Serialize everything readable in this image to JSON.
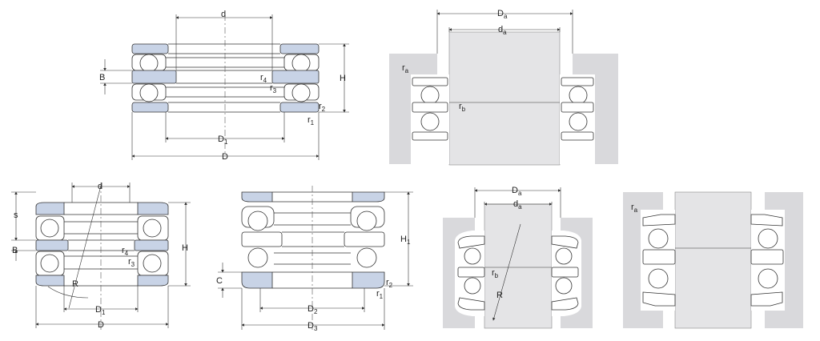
{
  "diagrams": [
    {
      "name": "bearing-double-direction-section",
      "labels": {
        "d": "d",
        "B": "B",
        "H": "H",
        "D1": "D",
        "D1_sub": "1",
        "D": "D",
        "r4": "r",
        "r4_sub": "4",
        "r3": "r",
        "r3_sub": "3",
        "r2": "r",
        "r2_sub": "2",
        "r1": "r",
        "r1_sub": "1"
      }
    },
    {
      "name": "mounting-abutment",
      "labels": {
        "Da": "D",
        "Da_sub": "a",
        "da": "d",
        "da_sub": "a",
        "ra": "r",
        "ra_sub": "a",
        "rb": "r",
        "rb_sub": "b"
      }
    },
    {
      "name": "bearing-sphered-section",
      "labels": {
        "d": "d",
        "s": "s",
        "B": "B",
        "H": "H",
        "R": "R",
        "r4": "r",
        "r4_sub": "4",
        "r3": "r",
        "r3_sub": "3",
        "D1": "D",
        "D1_sub": "1",
        "D": "D"
      }
    },
    {
      "name": "bearing-seat-washer-section",
      "labels": {
        "H1": "H",
        "H1_sub": "1",
        "C": "C",
        "D2": "D",
        "D2_sub": "2",
        "D3": "D",
        "D3_sub": "3",
        "r2": "r",
        "r2_sub": "2",
        "r1": "r",
        "r1_sub": "1"
      }
    },
    {
      "name": "mounting-sphered",
      "labels": {
        "Da": "D",
        "Da_sub": "a",
        "da": "d",
        "da_sub": "a",
        "rb": "r",
        "rb_sub": "b",
        "R": "R"
      }
    },
    {
      "name": "mounting-seat-washer",
      "labels": {
        "ra": "r",
        "ra_sub": "a"
      }
    }
  ]
}
